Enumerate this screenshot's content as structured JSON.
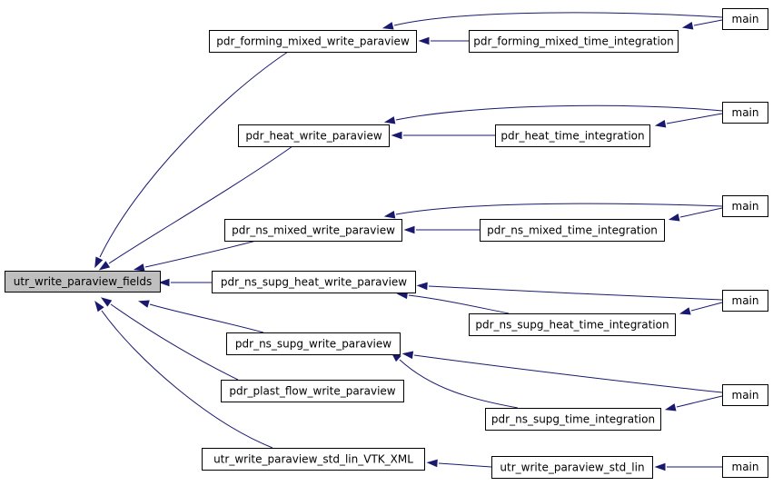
{
  "graph": {
    "nodes": [
      {
        "id": "root",
        "label": "utr_write_paraview_fields",
        "root": true
      },
      {
        "id": "n_forming_write",
        "label": "pdr_forming_mixed_write_paraview"
      },
      {
        "id": "n_forming_time",
        "label": "pdr_forming_mixed_time_integration"
      },
      {
        "id": "n_main1",
        "label": "main"
      },
      {
        "id": "n_heat_write",
        "label": "pdr_heat_write_paraview"
      },
      {
        "id": "n_heat_time",
        "label": "pdr_heat_time_integration"
      },
      {
        "id": "n_main2",
        "label": "main"
      },
      {
        "id": "n_ns_mixed_write",
        "label": "pdr_ns_mixed_write_paraview"
      },
      {
        "id": "n_ns_mixed_time",
        "label": "pdr_ns_mixed_time_integration"
      },
      {
        "id": "n_main3",
        "label": "main"
      },
      {
        "id": "n_supg_heat_write",
        "label": "pdr_ns_supg_heat_write_paraview"
      },
      {
        "id": "n_supg_heat_time",
        "label": "pdr_ns_supg_heat_time_integration"
      },
      {
        "id": "n_main4",
        "label": "main"
      },
      {
        "id": "n_supg_write",
        "label": "pdr_ns_supg_write_paraview"
      },
      {
        "id": "n_plast_write",
        "label": "pdr_plast_flow_write_paraview"
      },
      {
        "id": "n_supg_time",
        "label": "pdr_ns_supg_time_integration"
      },
      {
        "id": "n_main5",
        "label": "main"
      },
      {
        "id": "n_vtk_xml",
        "label": "utr_write_paraview_std_lin_VTK_XML"
      },
      {
        "id": "n_std_lin",
        "label": "utr_write_paraview_std_lin"
      },
      {
        "id": "n_main6",
        "label": "main"
      }
    ],
    "edges": [
      {
        "from": "n_forming_write",
        "to": "root"
      },
      {
        "from": "n_heat_write",
        "to": "root"
      },
      {
        "from": "n_ns_mixed_write",
        "to": "root"
      },
      {
        "from": "n_supg_heat_write",
        "to": "root"
      },
      {
        "from": "n_supg_write",
        "to": "root"
      },
      {
        "from": "n_plast_write",
        "to": "root"
      },
      {
        "from": "n_vtk_xml",
        "to": "root"
      },
      {
        "from": "n_forming_time",
        "to": "n_forming_write"
      },
      {
        "from": "n_main1",
        "to": "n_forming_write"
      },
      {
        "from": "n_main1",
        "to": "n_forming_time"
      },
      {
        "from": "n_heat_time",
        "to": "n_heat_write"
      },
      {
        "from": "n_main2",
        "to": "n_heat_write"
      },
      {
        "from": "n_main2",
        "to": "n_heat_time"
      },
      {
        "from": "n_ns_mixed_time",
        "to": "n_ns_mixed_write"
      },
      {
        "from": "n_main3",
        "to": "n_ns_mixed_write"
      },
      {
        "from": "n_main3",
        "to": "n_ns_mixed_time"
      },
      {
        "from": "n_supg_heat_time",
        "to": "n_supg_heat_write"
      },
      {
        "from": "n_main4",
        "to": "n_supg_heat_write"
      },
      {
        "from": "n_main4",
        "to": "n_supg_heat_time"
      },
      {
        "from": "n_supg_time",
        "to": "n_supg_write"
      },
      {
        "from": "n_main5",
        "to": "n_supg_write"
      },
      {
        "from": "n_main5",
        "to": "n_supg_time"
      },
      {
        "from": "n_std_lin",
        "to": "n_vtk_xml"
      },
      {
        "from": "n_main6",
        "to": "n_std_lin"
      }
    ]
  }
}
